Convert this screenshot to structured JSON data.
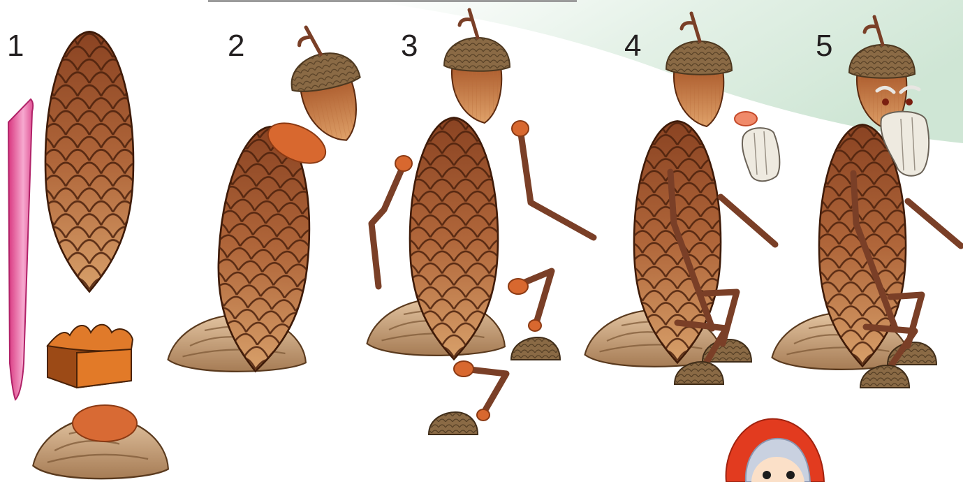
{
  "steps": [
    "1",
    "2",
    "3",
    "4",
    "5"
  ],
  "materials": [
    "pine-cone",
    "acorn",
    "walnut-shell",
    "twigs",
    "plasticine",
    "plastic-knife"
  ],
  "colors": {
    "background_wave": "#d6ebdc",
    "cone_dark": "#6b3418",
    "cone_mid": "#a0562c",
    "cone_light": "#d59a62",
    "acorn_cap": "#8a6a45",
    "acorn_body": "#d38a4e",
    "shell": "#c9a27a",
    "plasticine": "#d46a2e",
    "knife": "#e4579a",
    "twig": "#7a3f27",
    "beard": "#eeeae0",
    "hood": "#e23b1f"
  }
}
